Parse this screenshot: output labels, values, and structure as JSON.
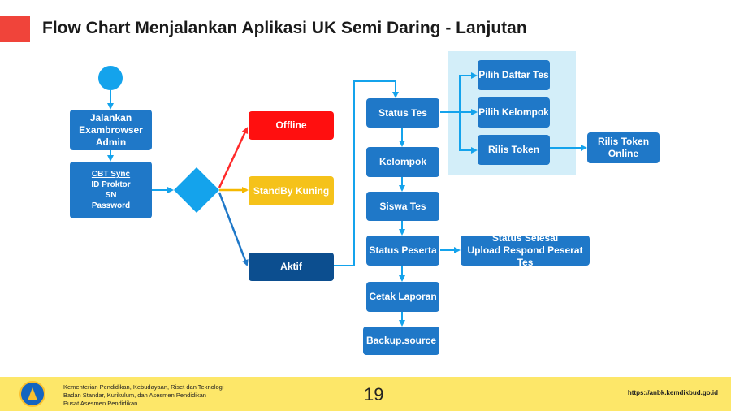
{
  "header": {
    "title": "Flow Chart Menjalankan Aplikasi UK Semi Daring - Lanjutan"
  },
  "nodes": {
    "jalankan": [
      "Jalankan",
      "Exambrowser",
      "Admin"
    ],
    "login": [
      "CBT Sync",
      "ID Proktor",
      "SN",
      "Password"
    ],
    "offline": "Offline",
    "standby": "StandBy Kuning",
    "aktif": "Aktif",
    "status_tes": "Status Tes",
    "kelompok": "Kelompok",
    "siswa_tes": "Siswa Tes",
    "status_peserta": "Status Peserta",
    "cetak_laporan": "Cetak Laporan",
    "backup": "Backup.source",
    "pilih_daftar_tes": "Pilih Daftar Tes",
    "pilih_kelompok": "Pilih Kelompok",
    "rilis_token": "Rilis Token",
    "rilis_token_online": [
      "Rilis Token",
      "Online"
    ],
    "status_selesai": [
      "Status Selesai",
      "Upload Respond Peserat Tes"
    ]
  },
  "colors": {
    "accent": "#f0443a",
    "node_blue": "#1f78c8",
    "node_navy": "#0c4e8f",
    "offline_red": "#ff0f0f",
    "standby_yellow": "#f5c21a",
    "start_circle": "#14a3ec",
    "decision_diamond": "#14a3ec",
    "highlight_panel": "#d3eef9",
    "footer_bg": "#fde769"
  },
  "footer": {
    "org_lines": [
      "Kementerian Pendidikan, Kebudayaan, Riset dan Teknologi",
      "Badan Standar, Kurikulum, dan Asesmen Pendidikan",
      "Pusat Asesmen Pendidikan"
    ],
    "page_number": "19",
    "url": "https://anbk.kemdikbud.go.id"
  }
}
